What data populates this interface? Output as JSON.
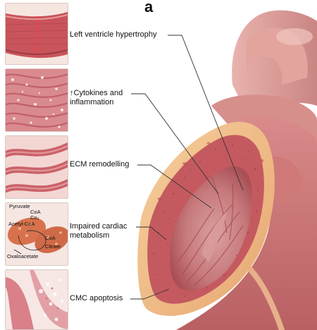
{
  "figure": {
    "panel_letter": "a",
    "labels": {
      "lvh": "Left ventricle hypertrophy",
      "cytokines_arrow": "↑",
      "cytokines_line1": "Cytokines and",
      "cytokines_line2": "inflammation",
      "ecm": "ECM remodelling",
      "metabolism_line1": "Impaired cardiac",
      "metabolism_line2": "metabolism",
      "apoptosis": "CMC apoptosis"
    },
    "metabolism_inset": {
      "pyruvate": "Pyruvate",
      "coa": "CoA",
      "co2": "Co₂",
      "acetyl_coa": "Acetyl-CoA",
      "coa2": "CoA",
      "citrate": "Citrate",
      "oxaloacetate": "Oxaloacetate"
    },
    "colors": {
      "muscle": "#c8585e",
      "epicardium": "#f0c08a",
      "vessel": "#d98e8a",
      "leader": "#333333"
    }
  }
}
